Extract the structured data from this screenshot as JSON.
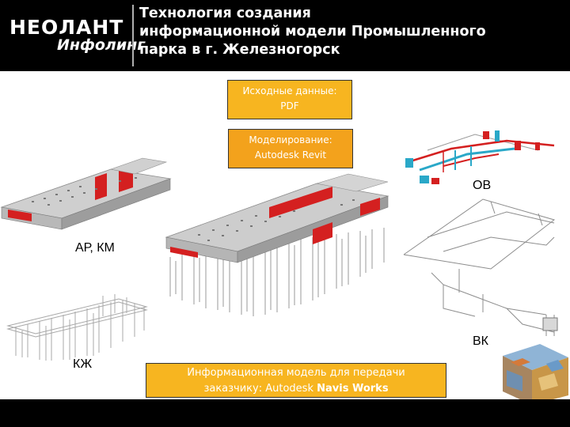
{
  "header": {
    "logo_top": "НЕОЛАНТ",
    "logo_bottom": "Инфолинг",
    "title_lines": [
      "Технология создания",
      "информационной модели Промышленного",
      "парка в г. Железногорск"
    ]
  },
  "callouts": {
    "source_line1": "Исходные данные:",
    "source_line2": "PDF",
    "model_line1": "Моделирование:",
    "model_line2": "Autodesk Revit",
    "result_line1": "Информационная модель для передачи",
    "result_line2_plain": "заказчику: Autodesk ",
    "result_line2_bold": "Navis Works"
  },
  "labels": {
    "ov": "ОВ",
    "ar_km": "АР, КМ",
    "vk": "ВК",
    "kzh": "КЖ"
  },
  "colors": {
    "header_bg": "#000000",
    "callout": "#f7b520",
    "building_roof": "#c8c8c8",
    "building_accent": "#d42020"
  }
}
